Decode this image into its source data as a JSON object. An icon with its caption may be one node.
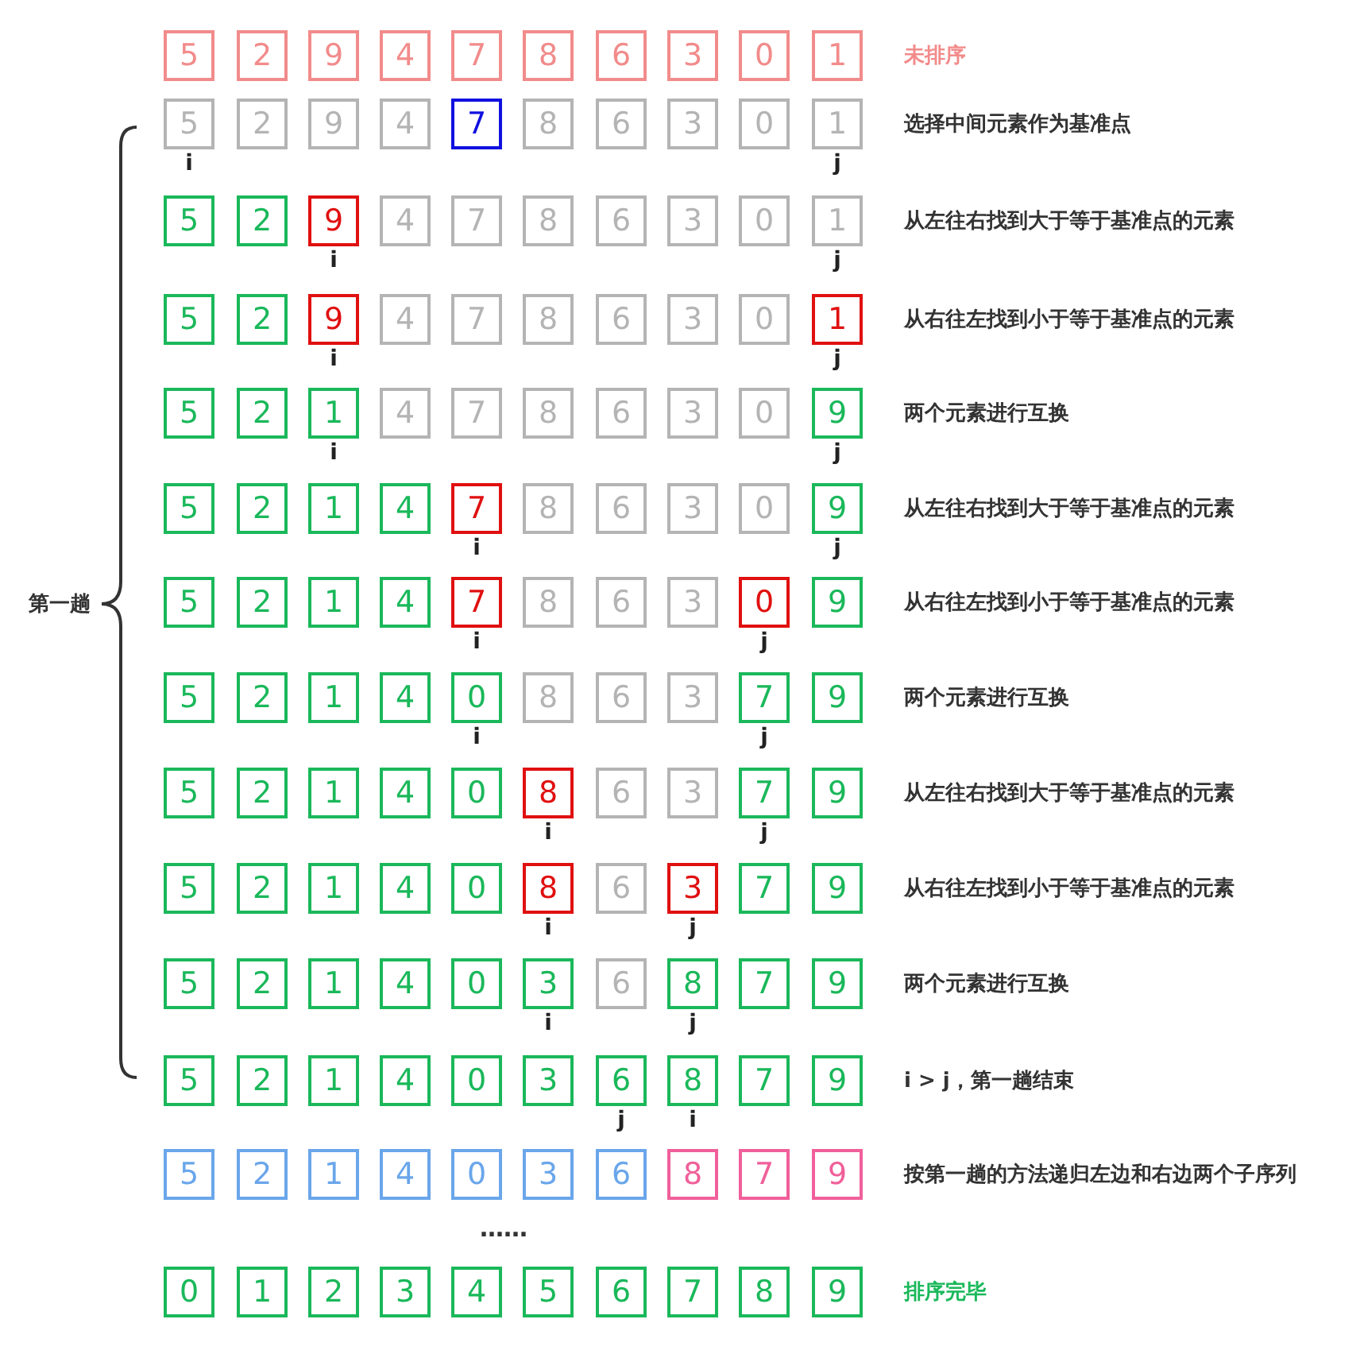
{
  "diagram": {
    "nodes": [
      {
        "text": [
          "5"
        ]
      },
      {
        "text": [
          "2"
        ]
      },
      {
        "text": [
          "9"
        ]
      },
      {
        "text": [
          "4"
        ]
      },
      {
        "text": [
          "7"
        ]
      },
      {
        "text": [
          "8"
        ]
      },
      {
        "text": [
          "6"
        ]
      },
      {
        "text": [
          "3"
        ]
      },
      {
        "text": [
          "0"
        ]
      },
      {
        "text": [
          "1"
        ]
      },
      {
        "text": [
          "5"
        ]
      },
      {
        "text": [
          "2"
        ]
      },
      {
        "text": [
          "9"
        ]
      },
      {
        "text": [
          "4"
        ]
      },
      {
        "text": [
          "7"
        ]
      },
      {
        "text": [
          "8"
        ]
      },
      {
        "text": [
          "6"
        ]
      },
      {
        "text": [
          "3"
        ]
      },
      {
        "text": [
          "0"
        ]
      },
      {
        "text": [
          "1"
        ]
      },
      {
        "text": [
          "5"
        ]
      },
      {
        "text": [
          "2"
        ]
      },
      {
        "text": [
          "9"
        ]
      },
      {
        "text": [
          "4"
        ]
      },
      {
        "text": [
          "7"
        ]
      },
      {
        "text": [
          "8"
        ]
      },
      {
        "text": [
          "6"
        ]
      },
      {
        "text": [
          "3"
        ]
      },
      {
        "text": [
          "0"
        ]
      },
      {
        "text": [
          "1"
        ]
      },
      {
        "text": [
          "5"
        ]
      },
      {
        "text": [
          "2"
        ]
      },
      {
        "text": [
          "9"
        ]
      },
      {
        "text": [
          "4"
        ]
      },
      {
        "text": [
          "7"
        ]
      },
      {
        "text": [
          "8"
        ]
      },
      {
        "text": [
          "6"
        ]
      },
      {
        "text": [
          "3"
        ]
      },
      {
        "text": [
          "0"
        ]
      },
      {
        "text": [
          "1"
        ]
      },
      {
        "text": [
          "5"
        ]
      },
      {
        "text": [
          "2"
        ]
      },
      {
        "text": [
          "1"
        ]
      },
      {
        "text": [
          "4"
        ]
      },
      {
        "text": [
          "7"
        ]
      },
      {
        "text": [
          "8"
        ]
      },
      {
        "text": [
          "6"
        ]
      },
      {
        "text": [
          "3"
        ]
      },
      {
        "text": [
          "0"
        ]
      },
      {
        "text": [
          "9"
        ]
      },
      {
        "text": [
          "5"
        ]
      },
      {
        "text": [
          "2"
        ]
      },
      {
        "text": [
          "1"
        ]
      },
      {
        "text": [
          "4"
        ]
      },
      {
        "text": [
          "7"
        ]
      },
      {
        "text": [
          "8"
        ]
      },
      {
        "text": [
          "6"
        ]
      },
      {
        "text": [
          "3"
        ]
      },
      {
        "text": [
          "0"
        ]
      },
      {
        "text": [
          "9"
        ]
      },
      {
        "text": [
          "5"
        ]
      },
      {
        "text": [
          "2"
        ]
      },
      {
        "text": [
          "1"
        ]
      },
      {
        "text": [
          "4"
        ]
      },
      {
        "text": [
          "7"
        ]
      },
      {
        "text": [
          "8"
        ]
      },
      {
        "text": [
          "6"
        ]
      },
      {
        "text": [
          "3"
        ]
      },
      {
        "text": [
          "0"
        ]
      },
      {
        "text": [
          "9"
        ]
      },
      {
        "text": [
          "5"
        ]
      },
      {
        "text": [
          "2"
        ]
      },
      {
        "text": [
          "1"
        ]
      },
      {
        "text": [
          "4"
        ]
      },
      {
        "text": [
          "0"
        ]
      },
      {
        "text": [
          "8"
        ]
      },
      {
        "text": [
          "6"
        ]
      },
      {
        "text": [
          "3"
        ]
      },
      {
        "text": [
          "7"
        ]
      },
      {
        "text": [
          "9"
        ]
      },
      {
        "text": [
          "5"
        ]
      },
      {
        "text": [
          "2"
        ]
      },
      {
        "text": [
          "1"
        ]
      },
      {
        "text": [
          "4"
        ]
      },
      {
        "text": [
          "0"
        ]
      },
      {
        "text": [
          "8"
        ]
      },
      {
        "text": [
          "6"
        ]
      },
      {
        "text": [
          "3"
        ]
      },
      {
        "text": [
          "7"
        ]
      },
      {
        "text": [
          "9"
        ]
      },
      {
        "text": [
          "5"
        ]
      },
      {
        "text": [
          "2"
        ]
      },
      {
        "text": [
          "1"
        ]
      },
      {
        "text": [
          "4"
        ]
      },
      {
        "text": [
          "0"
        ]
      },
      {
        "text": [
          "8"
        ]
      },
      {
        "text": [
          "6"
        ]
      },
      {
        "text": [
          "3"
        ]
      },
      {
        "text": [
          "7"
        ]
      },
      {
        "text": [
          "9"
        ]
      },
      {
        "text": [
          "5"
        ]
      },
      {
        "text": [
          "2"
        ]
      },
      {
        "text": [
          "1"
        ]
      },
      {
        "text": [
          "4"
        ]
      },
      {
        "text": [
          "0"
        ]
      },
      {
        "text": [
          "3"
        ]
      },
      {
        "text": [
          "6"
        ]
      },
      {
        "text": [
          "8"
        ]
      },
      {
        "text": [
          "7"
        ]
      },
      {
        "text": [
          "9"
        ]
      },
      {
        "text": [
          "5"
        ]
      },
      {
        "text": [
          "2"
        ]
      },
      {
        "text": [
          "1"
        ]
      },
      {
        "text": [
          "4"
        ]
      },
      {
        "text": [
          "0"
        ]
      },
      {
        "text": [
          "3"
        ]
      },
      {
        "text": [
          "6"
        ]
      },
      {
        "text": [
          "8"
        ]
      },
      {
        "text": [
          "7"
        ]
      },
      {
        "text": [
          "9"
        ]
      },
      {
        "text": [
          "5"
        ]
      },
      {
        "text": [
          "2"
        ]
      },
      {
        "text": [
          "1"
        ]
      },
      {
        "text": [
          "4"
        ]
      },
      {
        "text": [
          "0"
        ]
      },
      {
        "text": [
          "3"
        ]
      },
      {
        "text": [
          "6"
        ]
      },
      {
        "text": [
          "8"
        ]
      },
      {
        "text": [
          "7"
        ]
      },
      {
        "text": [
          "9"
        ]
      },
      {
        "text": [
          "0"
        ]
      },
      {
        "text": [
          "1"
        ]
      },
      {
        "text": [
          "2"
        ]
      },
      {
        "text": [
          "3"
        ]
      },
      {
        "text": [
          "4"
        ]
      },
      {
        "text": [
          "5"
        ]
      },
      {
        "text": [
          "6"
        ]
      },
      {
        "text": [
          "7"
        ]
      },
      {
        "text": [
          "8"
        ]
      },
      {
        "text": [
          "9"
        ]
      }
    ],
    "labels": [
      "未排序",
      "选择中间元素作为基准点",
      "i",
      "j",
      "从左往右找到大于等于基准点的元素",
      "i",
      "j",
      "从右往左找到小于等于基准点的元素",
      "i",
      "j",
      "两个元素进行互换",
      "i",
      "j",
      "从左往右找到大于等于基准点的元素",
      "i",
      "j",
      "第一趟",
      "从右往左找到小于等于基准点的元素",
      "i",
      "j",
      "两个元素进行互换",
      "i",
      "j",
      "从左往右找到大于等于基准点的元素",
      "i",
      "j",
      "从右往左找到小于等于基准点的元素",
      "i",
      "j",
      "两个元素进行互换",
      "i",
      "j",
      "i > j，第一趟结束",
      "j",
      "i",
      "按第一趟的方法递归左边和右边两个子序列",
      "……",
      "排序完毕"
    ]
  }
}
